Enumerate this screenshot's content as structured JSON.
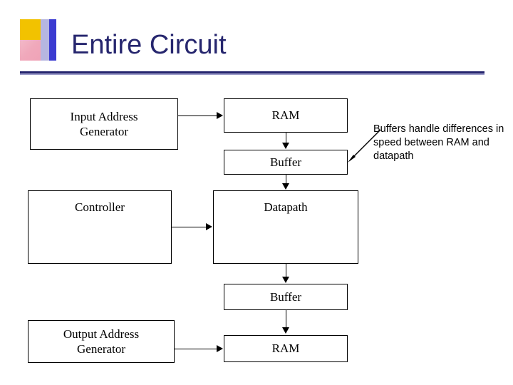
{
  "slide": {
    "title": "Entire Circuit",
    "title_color": "#26266e"
  },
  "decor": {
    "yellow": "#f2c200",
    "pink": "#f0a8bb",
    "lavender": "#b6b6e0",
    "blue": "#3b3bd1",
    "rule": "#26266e"
  },
  "diagram": {
    "type": "block-diagram",
    "boxes": [
      {
        "id": "input-address-generator",
        "label": "Input Address\nGenerator"
      },
      {
        "id": "ram-top",
        "label": "RAM"
      },
      {
        "id": "buffer-top",
        "label": "Buffer"
      },
      {
        "id": "controller",
        "label": "Controller"
      },
      {
        "id": "datapath",
        "label": "Datapath"
      },
      {
        "id": "buffer-bottom",
        "label": "Buffer"
      },
      {
        "id": "output-address-generator",
        "label": "Output Address\nGenerator"
      },
      {
        "id": "ram-bottom",
        "label": "RAM"
      }
    ],
    "box_labels": {
      "input_address_generator_line1": "Input Address",
      "input_address_generator_line2": "Generator",
      "ram_top": "RAM",
      "buffer_top": "Buffer",
      "controller": "Controller",
      "datapath": "Datapath",
      "buffer_bottom": "Buffer",
      "output_address_generator_line1": "Output Address",
      "output_address_generator_line2": "Generator",
      "ram_bottom": "RAM"
    },
    "annotation": "Buffers handle differences in speed between RAM and datapath"
  }
}
